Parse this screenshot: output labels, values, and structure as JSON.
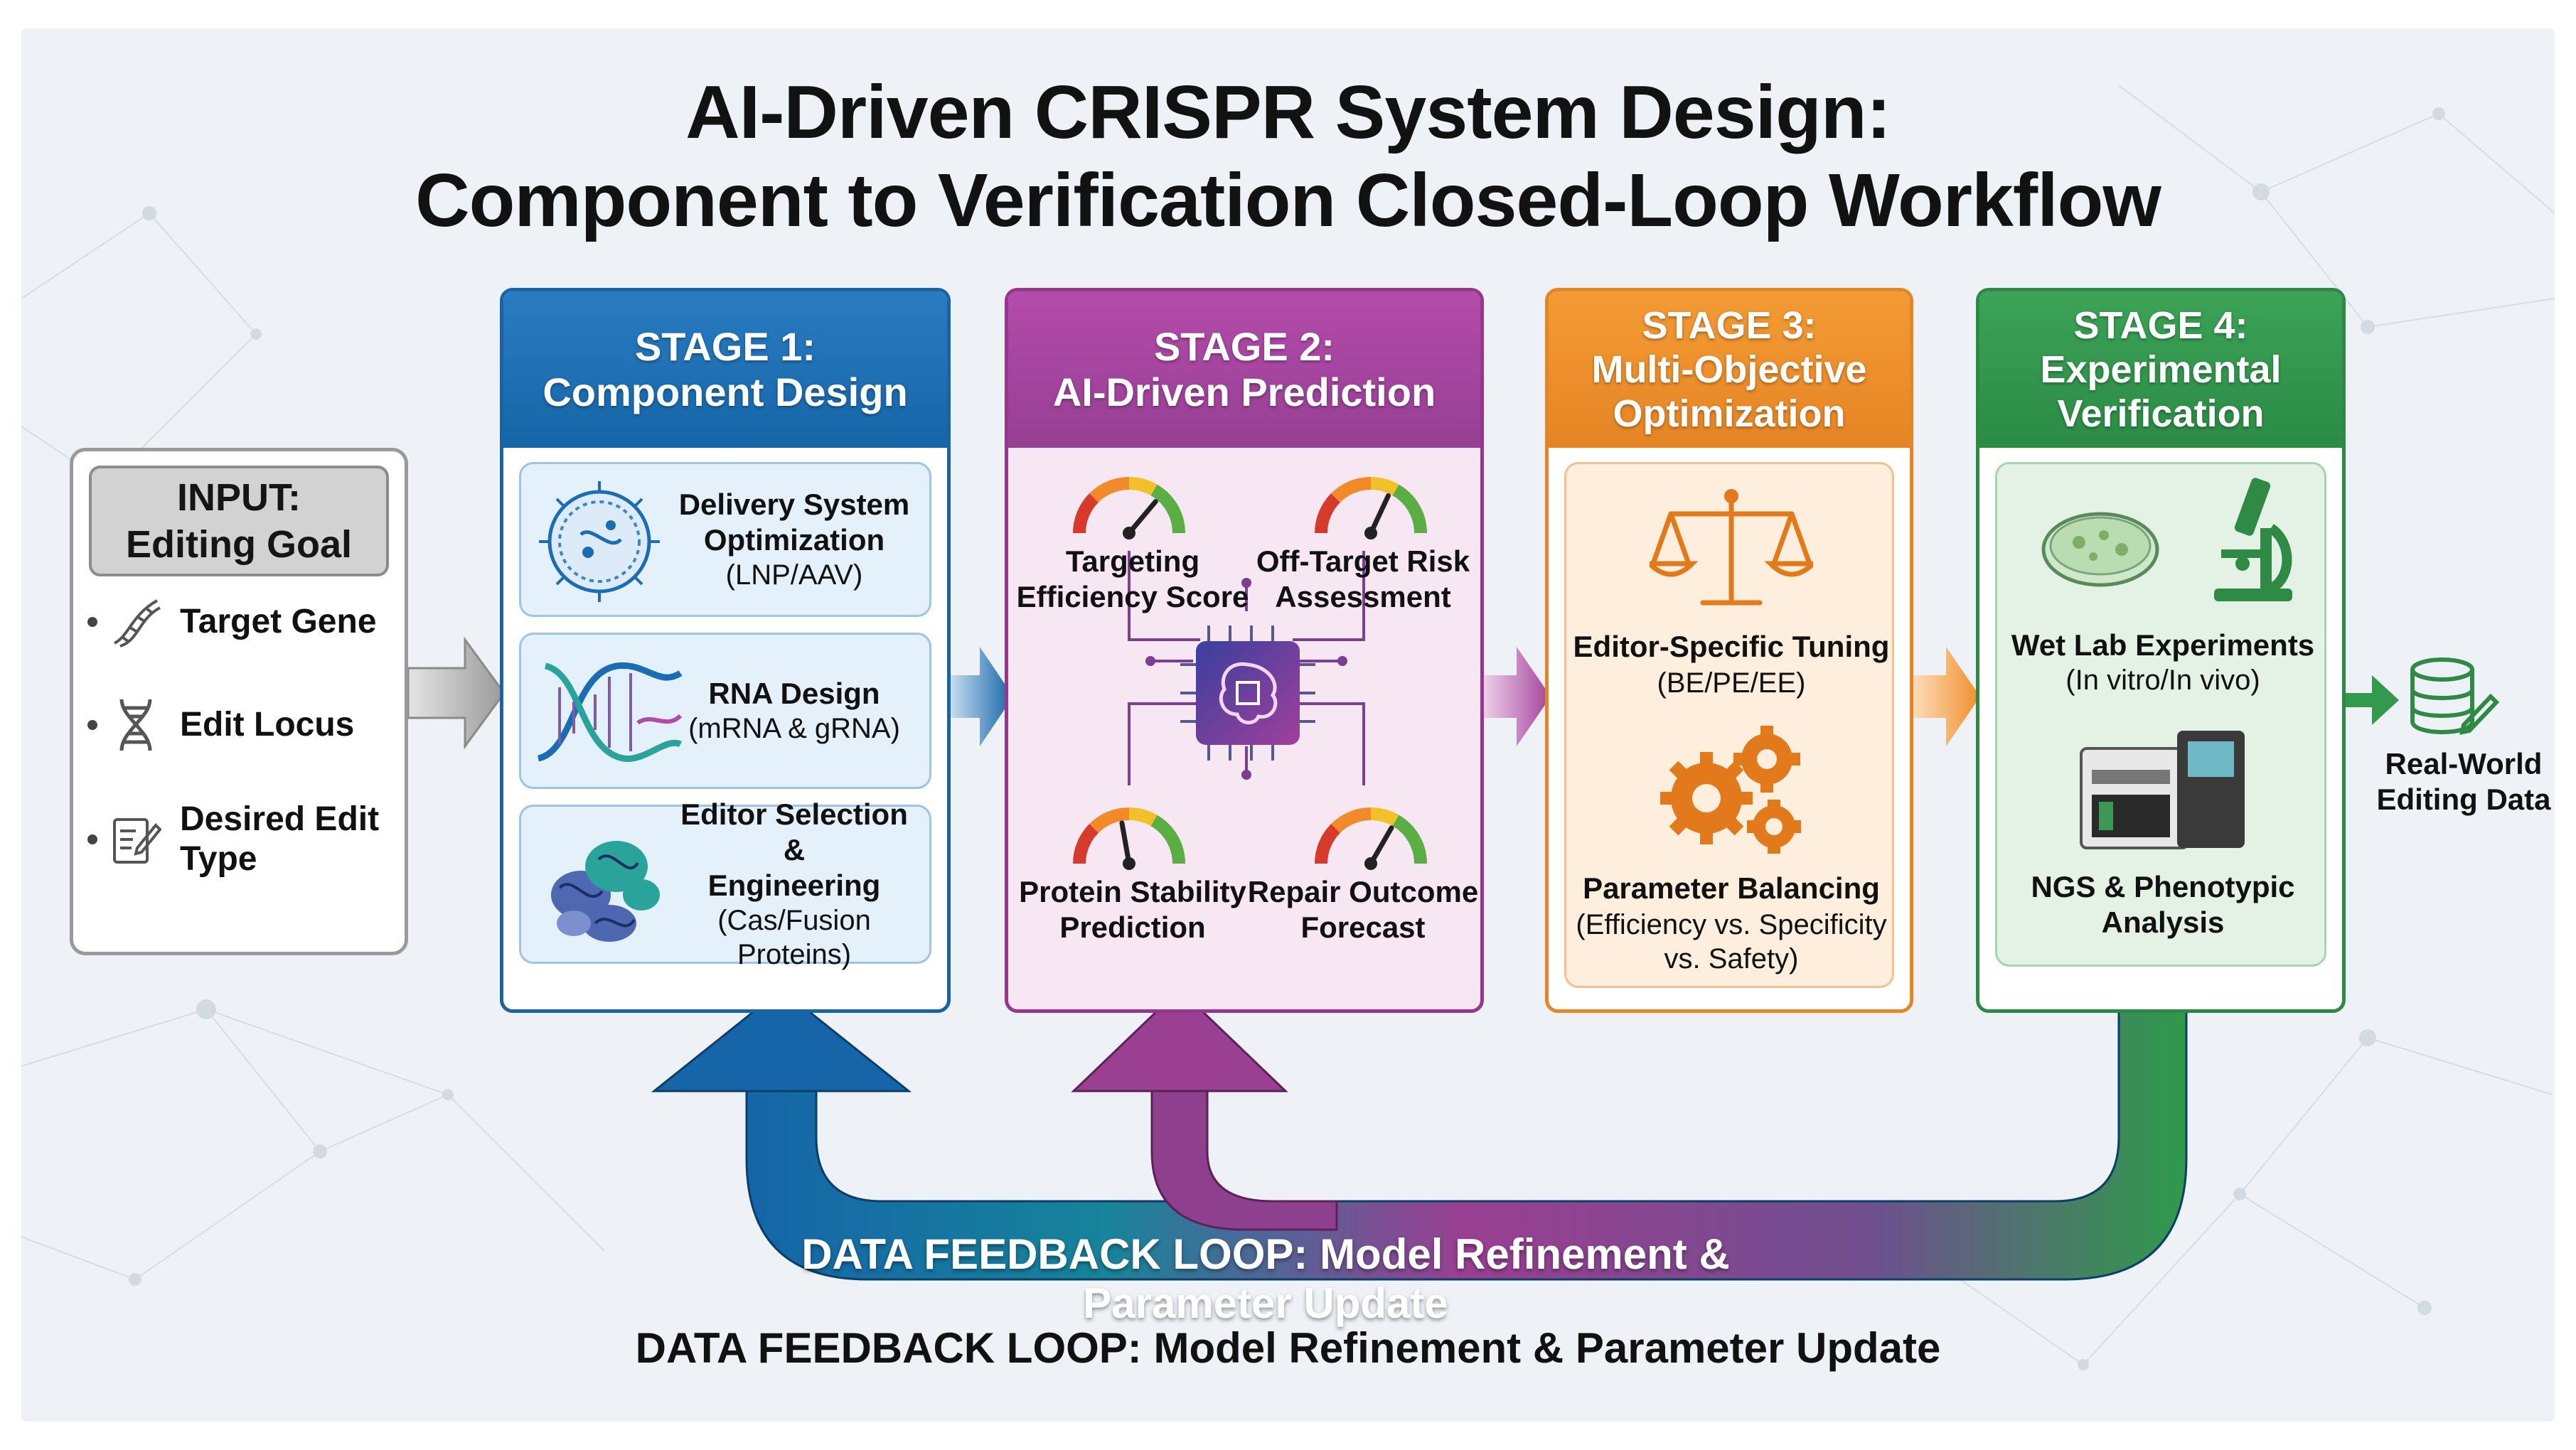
{
  "title": {
    "line1": "AI-Driven CRISPR System Design:",
    "line2": "Component to Verification Closed-Loop Workflow"
  },
  "input": {
    "header_line1": "INPUT:",
    "header_line2": "Editing Goal",
    "items": [
      {
        "label": "Target Gene",
        "icon": "dna-strand-icon"
      },
      {
        "label": "Edit Locus",
        "icon": "dna-helix-icon"
      },
      {
        "label_line1": "Desired Edit",
        "label_line2": "Type",
        "icon": "edit-document-icon"
      }
    ]
  },
  "stage1": {
    "heading_line1": "STAGE 1:",
    "heading_line2": "Component Design",
    "cards": [
      {
        "title_line1": "Delivery System",
        "title_line2": "Optimization",
        "sub": "(LNP/AAV)",
        "icon": "nanoparticle-icon"
      },
      {
        "title": "RNA Design",
        "sub": "(mRNA & gRNA)",
        "icon": "rna-helix-icon"
      },
      {
        "title_line1": "Editor Selection &",
        "title_line2": "Engineering",
        "sub": "(Cas/Fusion Proteins)",
        "icon": "protein-structure-icon"
      }
    ]
  },
  "stage2": {
    "heading_line1": "STAGE 2:",
    "heading_line2": "AI-Driven Prediction",
    "gauges": [
      {
        "line1": "Targeting",
        "line2": "Efficiency Score"
      },
      {
        "line1": "Off-Target Risk",
        "line2": "Assessment"
      },
      {
        "line1": "Protein Stability",
        "line2": "Prediction"
      },
      {
        "line1": "Repair Outcome",
        "line2": "Forecast"
      }
    ],
    "center_icon": "ai-brain-chip-icon"
  },
  "stage3": {
    "heading_line1": "STAGE 3:",
    "heading_line2": "Multi-Objective",
    "heading_line3": "Optimization",
    "tuning_title": "Editor-Specific Tuning",
    "tuning_sub": "(BE/PE/EE)",
    "balance_title": "Parameter Balancing",
    "balance_sub_line1": "(Efficiency vs. Specificity",
    "balance_sub_line2": "vs. Safety)"
  },
  "stage4": {
    "heading_line1": "STAGE 4:",
    "heading_line2": "Experimental",
    "heading_line3": "Verification",
    "wetlab_title": "Wet Lab Experiments",
    "wetlab_sub": "(In vitro/In vivo)",
    "ngs_line1": "NGS & Phenotypic",
    "ngs_line2": "Analysis"
  },
  "output": {
    "line1": "Real-World",
    "line2": "Editing Data"
  },
  "feedback": {
    "arrow_label": "DATA FEEDBACK LOOP: Model Refinement & Parameter Update",
    "caption": "DATA FEEDBACK LOOP: Model Refinement & Parameter Update"
  },
  "colors": {
    "stage1": "#1a6db3",
    "stage2": "#a3449b",
    "stage3": "#ef8f2c",
    "stage4": "#33994d",
    "background": "#eef2f6"
  }
}
